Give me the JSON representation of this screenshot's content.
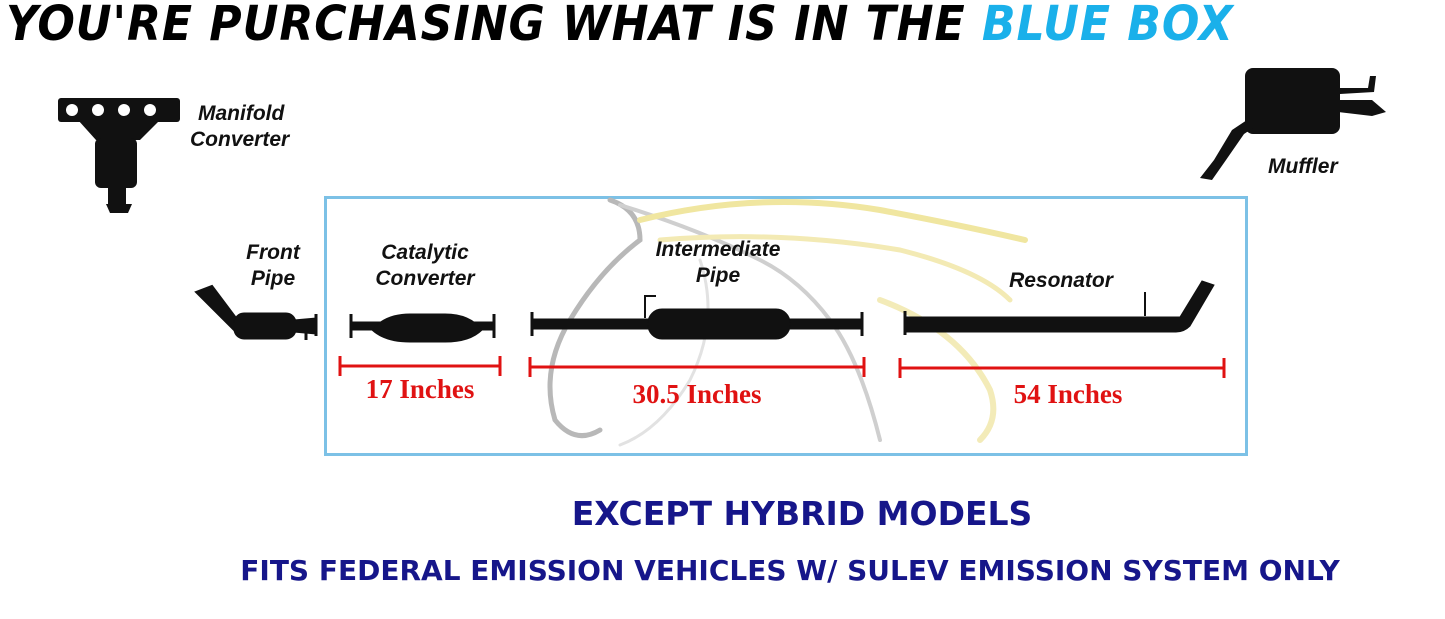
{
  "headline": {
    "text_black": "YOU'RE PURCHASING WHAT IS IN THE ",
    "text_blue": "BLUE BOX"
  },
  "parts": {
    "manifold_converter": {
      "line1": "Manifold",
      "line2": "Converter"
    },
    "muffler": {
      "label": "Muffler"
    },
    "front_pipe": {
      "line1": "Front",
      "line2": "Pipe"
    },
    "catalytic_converter": {
      "line1": "Catalytic",
      "line2": "Converter",
      "length": "17 Inches"
    },
    "intermediate_pipe": {
      "line1": "Intermediate",
      "line2": "Pipe",
      "length": "30.5 Inches"
    },
    "resonator": {
      "label": "Resonator",
      "length": "54 Inches"
    }
  },
  "notes": {
    "line1": "EXCEPT HYBRID MODELS",
    "line2": "FITS FEDERAL EMISSION VEHICLES W/ SULEV EMISSION SYSTEM ONLY"
  },
  "colors": {
    "headline_accent": "#1ab0ea",
    "box_border": "#7cc1e6",
    "measurement": "#e01212",
    "footer_text": "#16168a"
  },
  "icons": {
    "watermark": "horse-head-watermark-icon"
  }
}
